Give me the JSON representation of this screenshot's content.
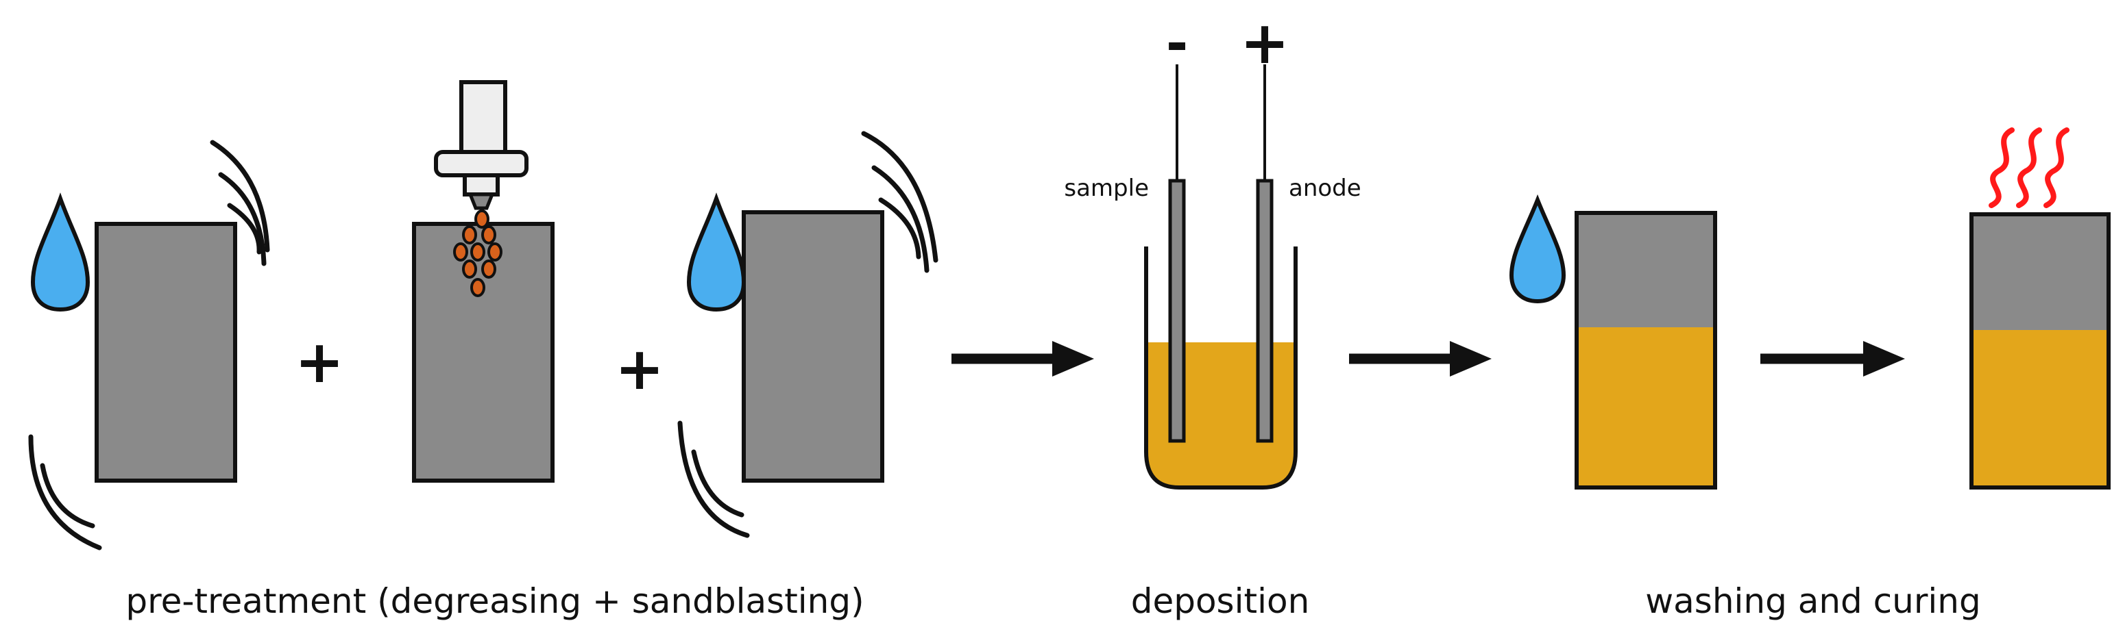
{
  "labels": {
    "sample": "sample",
    "anode": "anode",
    "minus": "-",
    "plus_terminal": "+",
    "plus_1": "+",
    "plus_2": "+"
  },
  "captions": {
    "pretreatment": "pre-treatment (degreasing + sandblasting)",
    "deposition": "deposition",
    "washing": "washing and curing"
  },
  "colors": {
    "plate": "#8a8a8a",
    "coating": "#e3a61b",
    "water": "#4aaeef",
    "grit": "#d9621c",
    "heat": "#ff1a1a",
    "outline": "#111111",
    "nozzle": "#eeeeee"
  }
}
